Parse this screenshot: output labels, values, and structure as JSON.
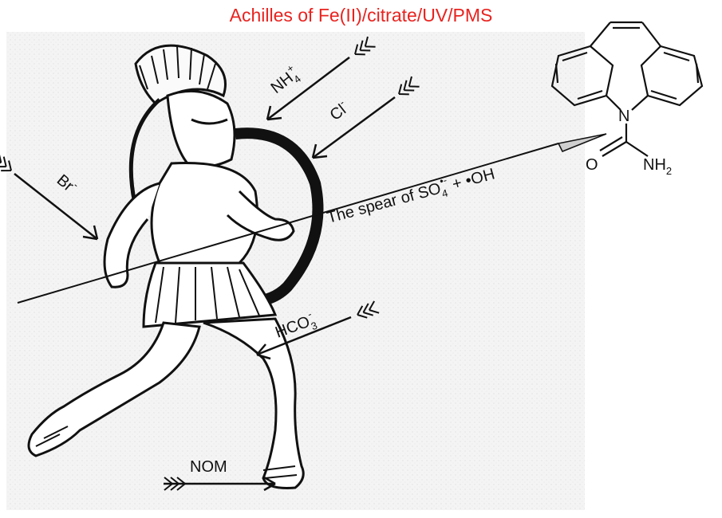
{
  "title": "Achilles of Fe(II)/citrate/UV/PMS",
  "figure": "Achilles",
  "spear": {
    "label_main": "The spear of SO",
    "label_sub": "4",
    "label_sup": "•-",
    "label_plus": " + •OH"
  },
  "arrows": {
    "nh4": {
      "base": "NH",
      "sub": "4",
      "sup": "+"
    },
    "cl": {
      "base": "Cl",
      "sup": "-"
    },
    "br": {
      "base": "Br",
      "sup": "-"
    },
    "hco3": {
      "base": "HCO",
      "sub": "3",
      "sup": "-"
    },
    "nom": {
      "base": "NOM"
    }
  },
  "molecule": {
    "n_label": "N",
    "o_label": "O",
    "nh2_base": "NH",
    "nh2_sub": "2"
  },
  "colors": {
    "title": "#e8231f",
    "ink": "#111111",
    "background_speckle": "#f2f2f2"
  }
}
